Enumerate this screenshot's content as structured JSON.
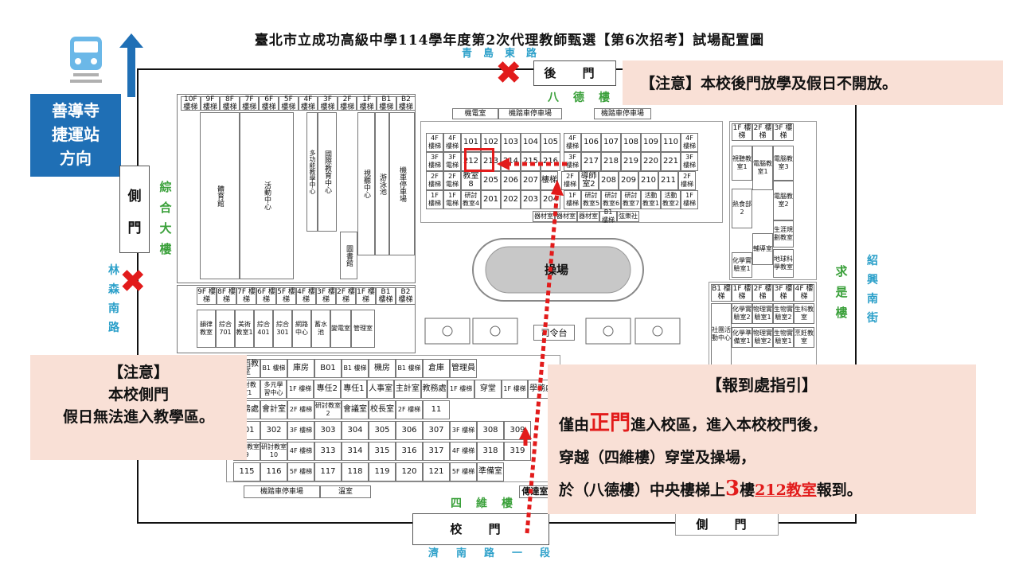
{
  "title": "臺北市立成功高級中學114學年度第2次代理教師甄選【第6次招考】試場配置圖",
  "streets": {
    "north": "青島東路",
    "south": "濟南路一段",
    "west": "林森南路",
    "east": "紹興南街"
  },
  "buildings": {
    "bade": "八德樓",
    "zonghe": "綜合大樓",
    "qiushi": "求是樓",
    "siwei": "四維樓"
  },
  "gates": {
    "back": "後 門",
    "side_west": "側門",
    "main": "校 門",
    "side_south": "側 門"
  },
  "metro": {
    "line1": "善導寺",
    "line2": "捷運站",
    "line3": "方向"
  },
  "notes": {
    "back_gate": "【注意】本校後門放學及假日不開放。",
    "side_gate": {
      "line1": "【注意】",
      "line2": "本校側門",
      "line3": "假日無法進入教學區。"
    },
    "guide": {
      "title": "【報到處指引】",
      "line1_pre": "僅由",
      "line1_em": "正門",
      "line1_post": "進入校區，進入本校校門後，",
      "line2": "穿越（四維樓）穿堂及操場，",
      "line3_pre": "於（八德樓）中央樓梯上",
      "line3_num": "3",
      "line3_mid": "樓",
      "line3_room": "212教室",
      "line3_post": "報到。"
    }
  },
  "map": {
    "field": "操場",
    "stage": "司令台",
    "exam_room": "212",
    "top_service": [
      "機電室",
      "機踏車停車場",
      "機踏車停車場"
    ],
    "left_headers": [
      "10F 樓梯",
      "9F 樓梯",
      "8F 樓梯",
      "7F 樓梯",
      "6F 樓梯",
      "5F 樓梯",
      "4F 樓梯",
      "3F 樓梯",
      "2F 樓梯",
      "1F 樓梯",
      "B1 樓梯",
      "B2 樓梯"
    ],
    "left_rooms": [
      "體育館",
      "活動中心",
      "多功能教學中心",
      "國際教育中心",
      "視聽中心",
      "游泳池",
      "機車停車場",
      "圖書館"
    ],
    "bade_row1": [
      "4F 樓梯",
      "4F 樓梯",
      "101",
      "102",
      "103",
      "104",
      "105",
      "4F 樓梯",
      "106",
      "107",
      "108",
      "109",
      "110",
      "4F 樓梯"
    ],
    "bade_row2": [
      "3F 樓梯",
      "3F 電梯",
      "212",
      "213",
      "214",
      "215",
      "216",
      "3F 樓梯",
      "217",
      "218",
      "219",
      "220",
      "221",
      "3F 樓梯"
    ],
    "bade_row3": [
      "2F 樓梯",
      "2F 電梯",
      "教室8",
      "205",
      "206",
      "207",
      "樓梯",
      "2F 樓梯",
      "導師室2",
      "208",
      "209",
      "210",
      "211",
      "2F 樓梯"
    ],
    "bade_row4": [
      "1F 樓梯",
      "1F 電梯",
      "研討教室4",
      "201",
      "202",
      "203",
      "204",
      "1F 樓梯",
      "研討教室5",
      "研討教室6",
      "研討教室7",
      "活動教室1",
      "活動教室2",
      "1F 樓梯"
    ],
    "bade_row5": [
      "器材室",
      "器材室",
      "器材室",
      "B1 樓梯",
      "弦樂社"
    ],
    "right_rooms": [
      "視聽教室1",
      "電腦教室1",
      "電腦教室3",
      "熱食部2",
      "電腦教室2",
      "生涯規劃教室",
      "化學實驗室1",
      "輔導室",
      "地球科學教室"
    ],
    "lower_left": [
      "韻律教室",
      "綜合701",
      "美術教室1",
      "綜合401",
      "綜合301",
      "網路中心",
      "蓄水池",
      "變電室",
      "管理室"
    ],
    "siwei_row1": [
      "舞蹈教室",
      "B1 樓梯",
      "庫房",
      "B01",
      "B1 樓梯",
      "機房",
      "B1 樓梯",
      "倉庫",
      "管理員"
    ],
    "siwei_row2": [
      "研討教室1",
      "多元學習中心",
      "1F 樓梯",
      "專任2",
      "專任1",
      "人事室",
      "主計室",
      "教務處",
      "1F 樓梯",
      "穿堂",
      "1F 樓梯",
      "學務處"
    ],
    "siwei_row3": [
      "總務處",
      "會計室",
      "2F 樓梯",
      "研討教室2",
      "會議室",
      "校長室",
      "2F 樓梯",
      "11"
    ],
    "siwei_row4": [
      "301",
      "302",
      "3F 樓梯",
      "303",
      "304",
      "305",
      "306",
      "307",
      "3F 樓梯",
      "308",
      "309"
    ],
    "siwei_row5": [
      "研討教室9",
      "研討教室10",
      "4F 樓梯",
      "313",
      "314",
      "315",
      "316",
      "317",
      "4F 樓梯",
      "318",
      "319"
    ],
    "siwei_row6": [
      "115",
      "116",
      "5F 樓梯",
      "117",
      "118",
      "119",
      "120",
      "121",
      "5F 樓梯",
      "準備室"
    ],
    "bottom_service": [
      "機踏車停車場",
      "溫室",
      "傳達室"
    ],
    "east_lower": [
      "化學實驗室2",
      "物理實驗室1",
      "生物實驗室2",
      "生科教室",
      "化學準備室1",
      "物理實驗室2",
      "生物實驗室1",
      "烹飪教室",
      "社團活動中心"
    ]
  },
  "colors": {
    "metro_blue": "#1f6fb5",
    "street_blue": "#2a9fc9",
    "building_green": "#3aa03a",
    "note_bg": "#f9e0d6",
    "route_red": "#e21b1b",
    "elevator_blue": "#1c7ed6"
  }
}
